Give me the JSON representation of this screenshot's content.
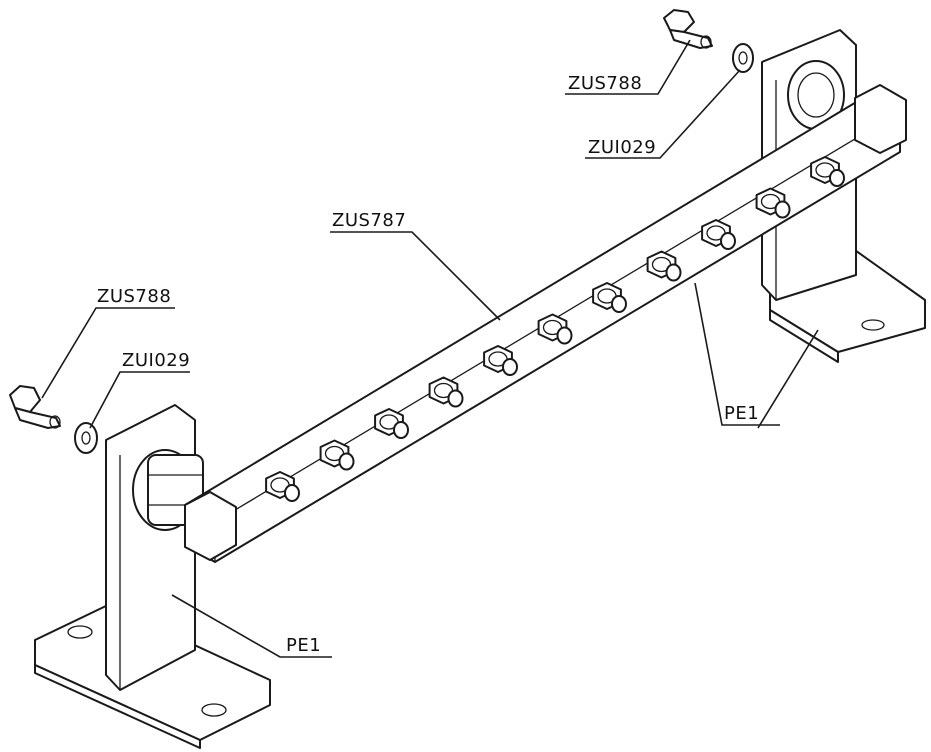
{
  "callouts": {
    "bolt_top": "ZUS788",
    "washer_top": "ZUI029",
    "busbar": "ZUS787",
    "bolt_left": "ZUS788",
    "washer_left": "ZUI029",
    "bracket_right": "PE1",
    "bracket_left": "PE1"
  },
  "busbar_terminal_count": 11
}
